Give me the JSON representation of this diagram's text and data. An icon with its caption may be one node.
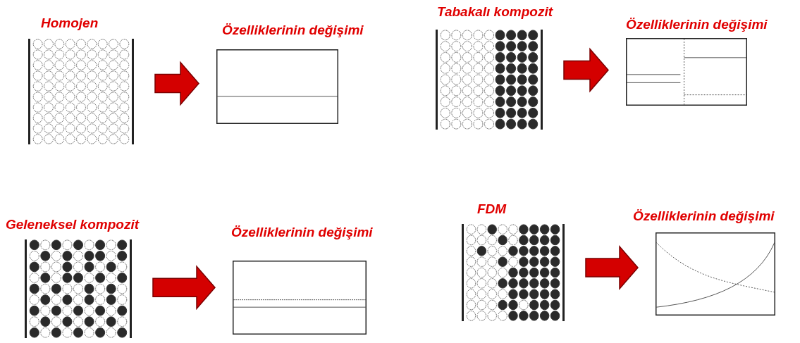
{
  "diagram": {
    "nodes": [
      {
        "text": [
          "Homojen"
        ]
      },
      {
        "text": [
          "Özelliklerinin değişimi"
        ]
      },
      {
        "text": [
          "Tabakalı kompozit"
        ]
      },
      {
        "text": [
          "Özelliklerinin değişimi"
        ]
      },
      {
        "text": [
          "Geleneksel kompozit"
        ]
      },
      {
        "text": [
          "Özelliklerinin değişimi"
        ]
      },
      {
        "text": [
          "FDM"
        ]
      },
      {
        "text": [
          "Özelliklerinin değişimi"
        ]
      }
    ],
    "edges": [
      {
        "from": 0,
        "to": 1,
        "arrow": "to"
      },
      {
        "from": 2,
        "to": 3,
        "arrow": "to"
      },
      {
        "from": 4,
        "to": 5,
        "arrow": "to"
      },
      {
        "from": 6,
        "to": 7,
        "arrow": "to"
      }
    ]
  }
}
